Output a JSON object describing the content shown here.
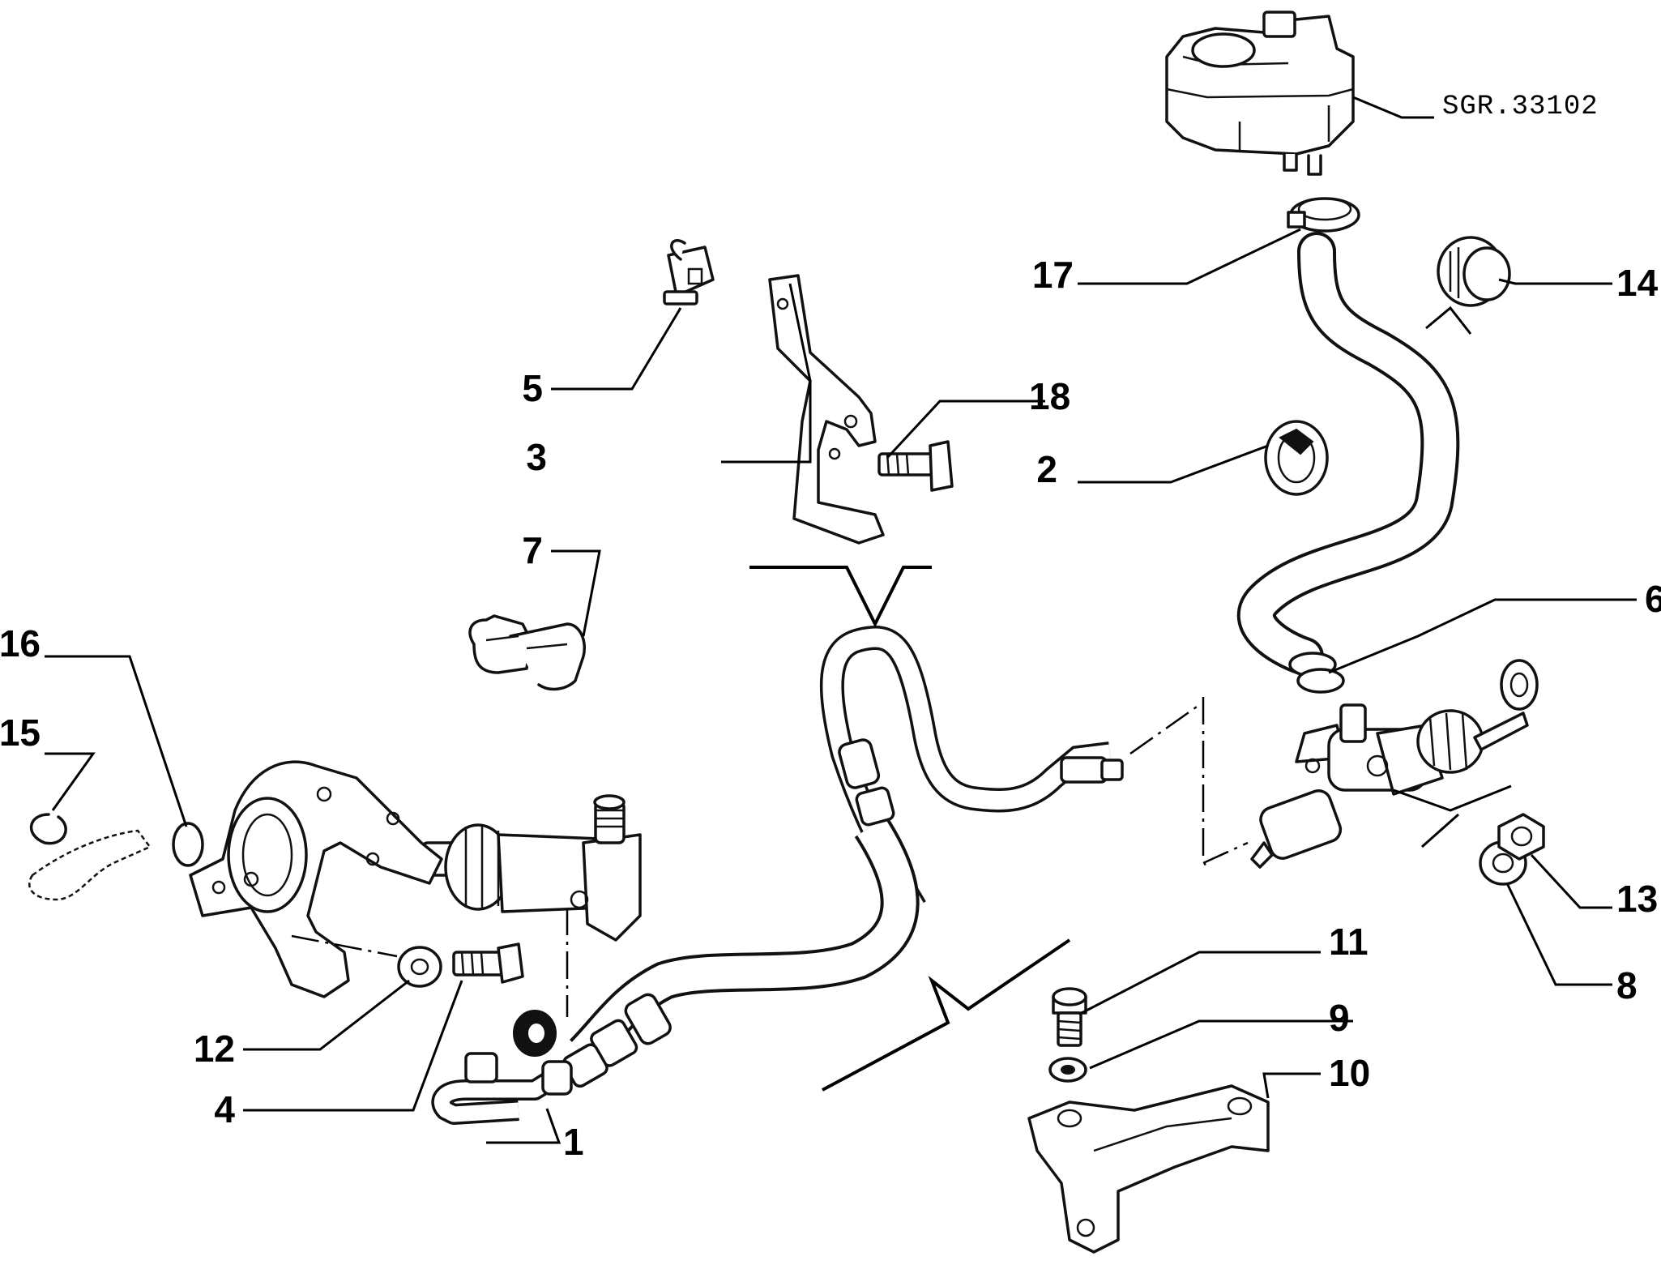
{
  "drawing_reference": "SGR.33102",
  "callouts": [
    {
      "id": "c1",
      "text": "1"
    },
    {
      "id": "c2",
      "text": "2"
    },
    {
      "id": "c3",
      "text": "3"
    },
    {
      "id": "c4",
      "text": "4"
    },
    {
      "id": "c5",
      "text": "5"
    },
    {
      "id": "c6",
      "text": "6"
    },
    {
      "id": "c7",
      "text": "7"
    },
    {
      "id": "c8",
      "text": "8"
    },
    {
      "id": "c9",
      "text": "9"
    },
    {
      "id": "c10",
      "text": "10"
    },
    {
      "id": "c11",
      "text": "11"
    },
    {
      "id": "c12",
      "text": "12"
    },
    {
      "id": "c13",
      "text": "13"
    },
    {
      "id": "c14",
      "text": "14"
    },
    {
      "id": "c15",
      "text": "15"
    },
    {
      "id": "c16",
      "text": "16"
    },
    {
      "id": "c17",
      "text": "17"
    },
    {
      "id": "c18",
      "text": "18"
    }
  ]
}
